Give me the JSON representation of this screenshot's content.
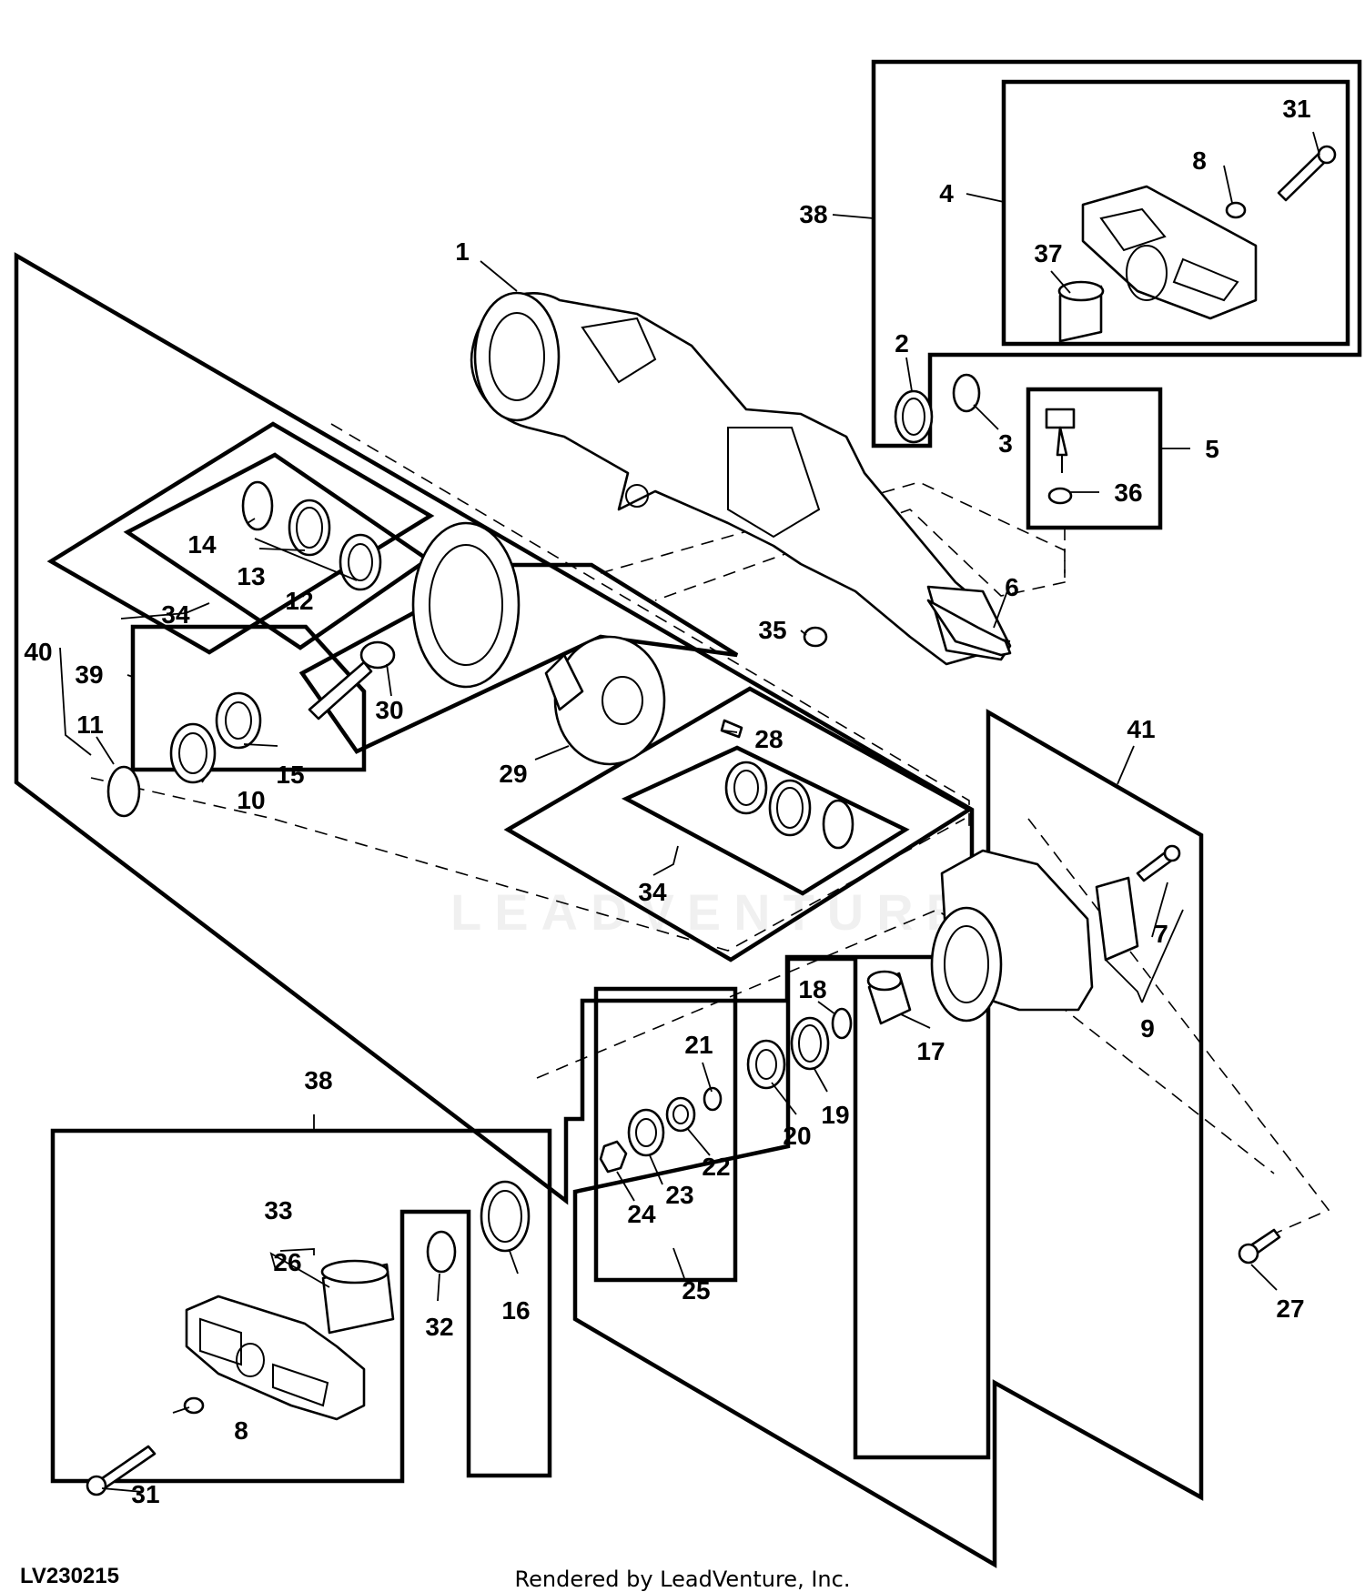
{
  "figure_id": "LV230215",
  "credit": "Rendered by LeadVenture, Inc.",
  "watermark": "LEADVENTURE",
  "callouts": [
    "1",
    "2",
    "3",
    "4",
    "5",
    "6",
    "7",
    "8",
    "9",
    "10",
    "11",
    "12",
    "13",
    "14",
    "15",
    "16",
    "17",
    "18",
    "19",
    "20",
    "21",
    "22",
    "23",
    "24",
    "25",
    "26",
    "27",
    "28",
    "29",
    "30",
    "31",
    "32",
    "33",
    "34",
    "35",
    "36",
    "37",
    "38",
    "39",
    "40",
    "41"
  ]
}
